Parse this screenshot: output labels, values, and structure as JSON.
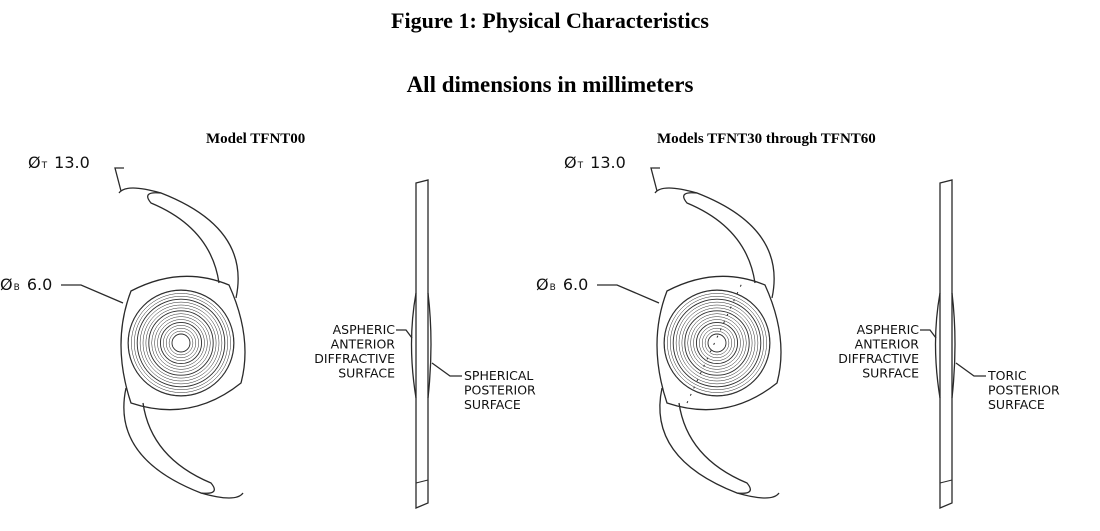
{
  "figure": {
    "title": "Figure 1: Physical Characteristics",
    "subtitle": "All dimensions in millimeters"
  },
  "left_panel": {
    "model_label": "Model TFNT00",
    "overall_diameter": {
      "symbol": "Ø",
      "subscript": "T",
      "value": "13.0"
    },
    "body_diameter": {
      "symbol": "Ø",
      "subscript": "B",
      "value": "6.0"
    },
    "anterior_callout": [
      "ASPHERIC",
      "ANTERIOR",
      "DIFFRACTIVE",
      "SURFACE"
    ],
    "posterior_callout": [
      "SPHERICAL",
      "POSTERIOR",
      "SURFACE"
    ]
  },
  "right_panel": {
    "model_label": "Models TFNT30 through TFNT60",
    "overall_diameter": {
      "symbol": "Ø",
      "subscript": "T",
      "value": "13.0"
    },
    "body_diameter": {
      "symbol": "Ø",
      "subscript": "B",
      "value": "6.0"
    },
    "anterior_callout": [
      "ASPHERIC",
      "ANTERIOR",
      "DIFFRACTIVE",
      "SURFACE"
    ],
    "posterior_callout": [
      "TORIC",
      "POSTERIOR",
      "SURFACE"
    ]
  },
  "colors": {
    "line": "#2a2a2a",
    "text": "#111111"
  }
}
